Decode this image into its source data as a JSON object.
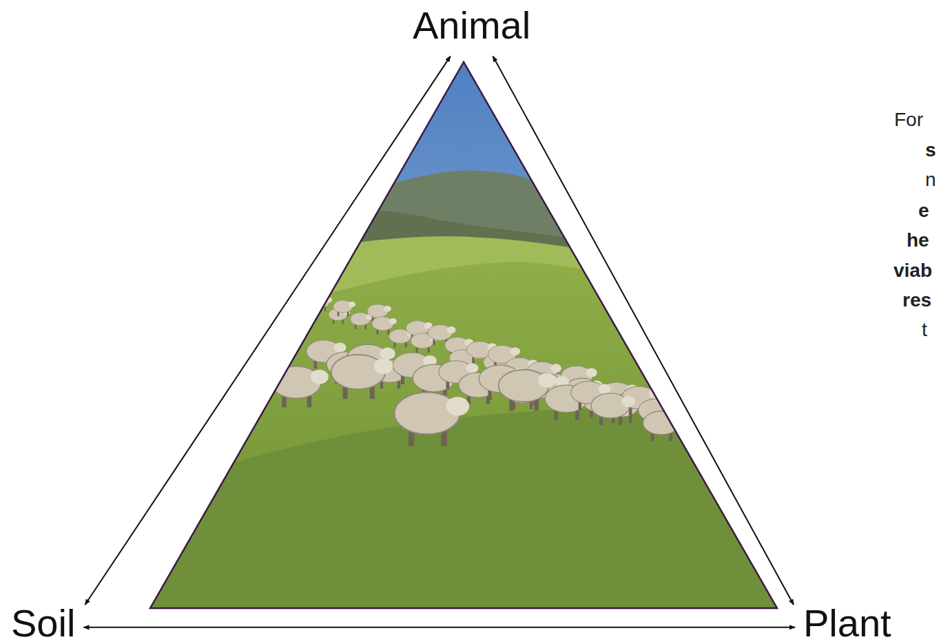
{
  "diagram": {
    "nodes": [
      {
        "text": [
          "Animal"
        ]
      },
      {
        "text": [
          "Soil"
        ]
      },
      {
        "text": [
          "Plant"
        ]
      }
    ],
    "edges": [
      {
        "from": 0,
        "to": 1,
        "arrow": "both"
      },
      {
        "from": 0,
        "to": 2,
        "arrow": "both"
      },
      {
        "from": 1,
        "to": 2,
        "arrow": "both"
      }
    ],
    "labels": [
      "For",
      "s",
      "n",
      "e",
      "he",
      "viab",
      "res",
      "t"
    ]
  }
}
